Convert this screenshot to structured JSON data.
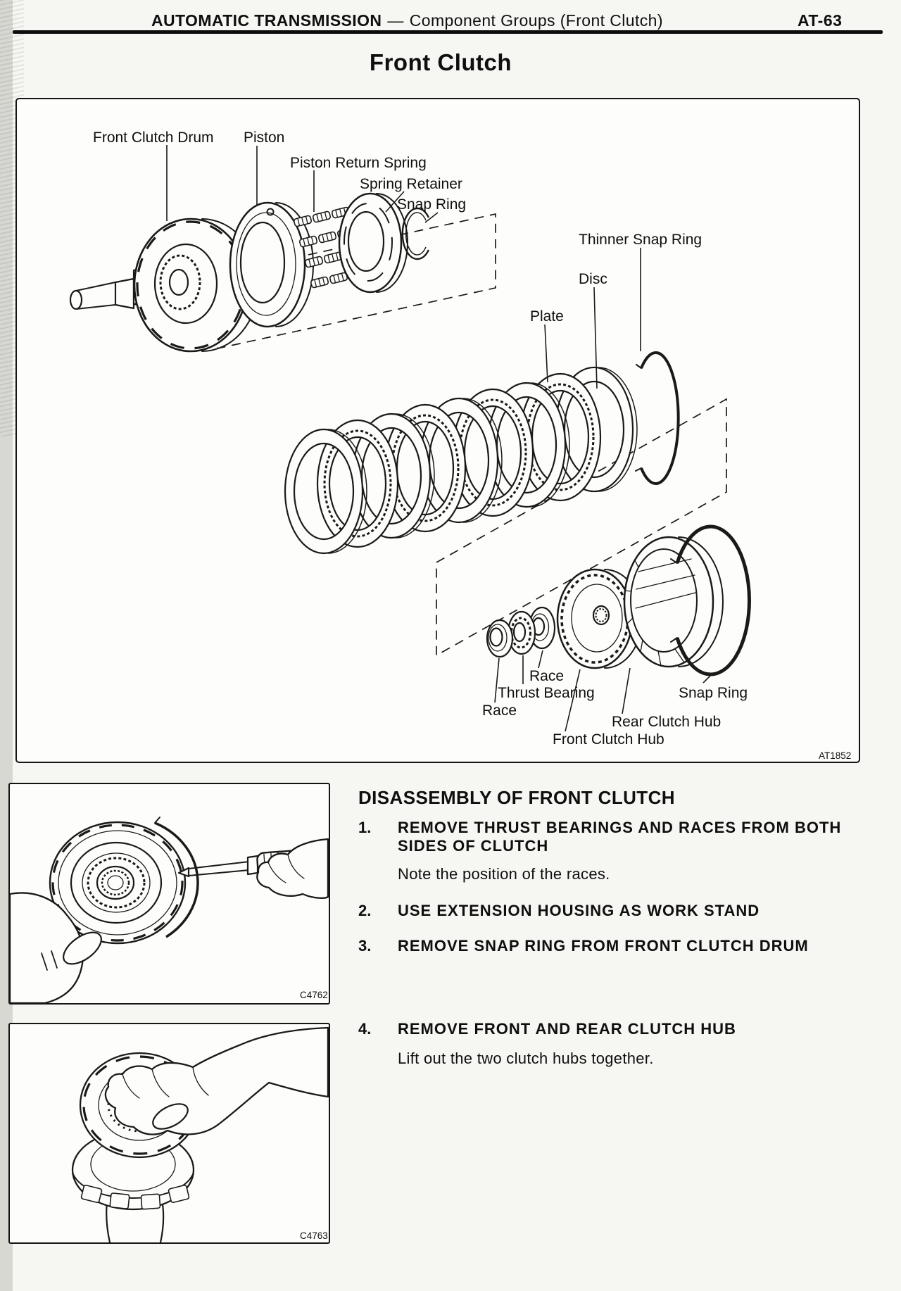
{
  "header": {
    "section": "AUTOMATIC TRANSMISSION",
    "separator": "—",
    "subsection": "Component Groups (Front Clutch)",
    "page_number": "AT-63"
  },
  "title": "Front Clutch",
  "colors": {
    "ink": "#1a1a1a",
    "paper": "#f6f6f2"
  },
  "diagram": {
    "code": "AT1852",
    "labels": {
      "front_clutch_drum": "Front Clutch Drum",
      "piston": "Piston",
      "piston_return_spring": "Piston Return Spring",
      "spring_retainer": "Spring Retainer",
      "snap_ring_upper": "Snap Ring",
      "thinner_snap_ring": "Thinner Snap Ring",
      "disc": "Disc",
      "plate": "Plate",
      "race_upper": "Race",
      "thrust_bearing": "Thrust Bearing",
      "race_lower": "Race",
      "front_clutch_hub": "Front Clutch Hub",
      "rear_clutch_hub": "Rear Clutch Hub",
      "snap_ring_lower": "Snap Ring"
    }
  },
  "figures": {
    "fig1_code": "C4762",
    "fig2_code": "C4763"
  },
  "procedure": {
    "heading": "DISASSEMBLY OF FRONT CLUTCH",
    "steps": [
      {
        "num": "1.",
        "title": "REMOVE THRUST BEARINGS AND RACES FROM BOTH SIDES OF CLUTCH",
        "note": "Note the position of the races."
      },
      {
        "num": "2.",
        "title": "USE EXTENSION HOUSING AS WORK STAND"
      },
      {
        "num": "3.",
        "title": "REMOVE SNAP RING FROM FRONT CLUTCH DRUM"
      },
      {
        "num": "4.",
        "title": "REMOVE FRONT AND REAR CLUTCH HUB",
        "note": "Lift out the two clutch hubs together."
      }
    ]
  }
}
